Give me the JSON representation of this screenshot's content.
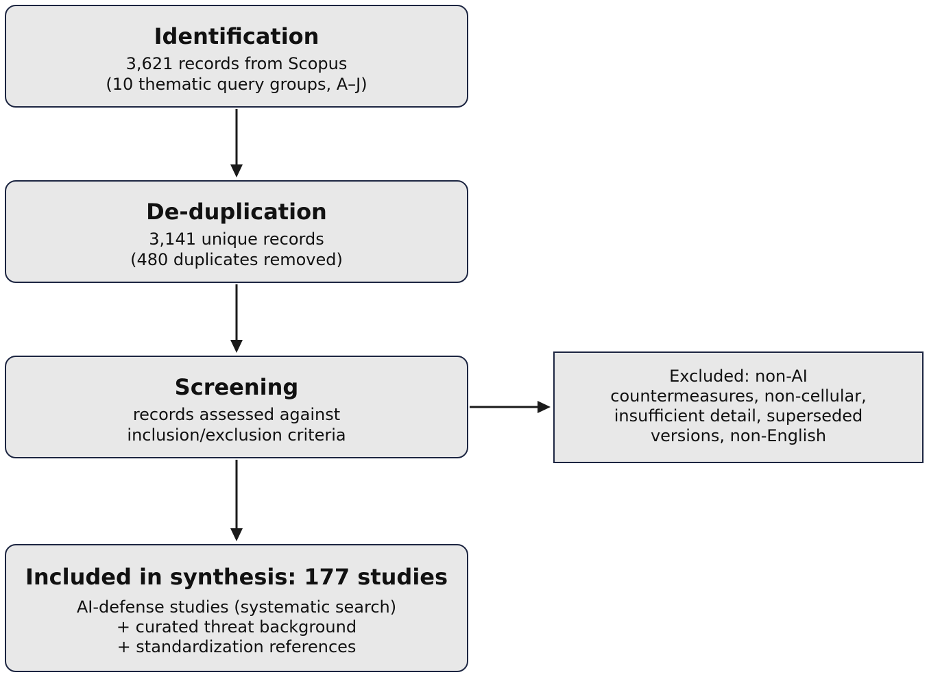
{
  "identification": {
    "title": "Identification",
    "lines": [
      "3,621 records from Scopus",
      "(10 thematic query groups, A–J)"
    ]
  },
  "deduplication": {
    "title": "De-duplication",
    "lines": [
      "3,141 unique records",
      "(480 duplicates removed)"
    ]
  },
  "screening": {
    "title": "Screening",
    "lines": [
      "records assessed against",
      "inclusion/exclusion criteria"
    ]
  },
  "included": {
    "title": "Included in synthesis: 177 studies",
    "lines": [
      "AI-defense studies (systematic search)",
      "+ curated threat background",
      "+ standardization references"
    ]
  },
  "excluded": {
    "lines": [
      "Excluded: non-AI",
      "countermeasures, non-cellular,",
      "insufficient detail, superseded",
      "versions, non-English"
    ]
  },
  "colors": {
    "box_fill": "#e8e8e8",
    "box_border": "#1c2541",
    "arrow": "#1a1a1a"
  }
}
